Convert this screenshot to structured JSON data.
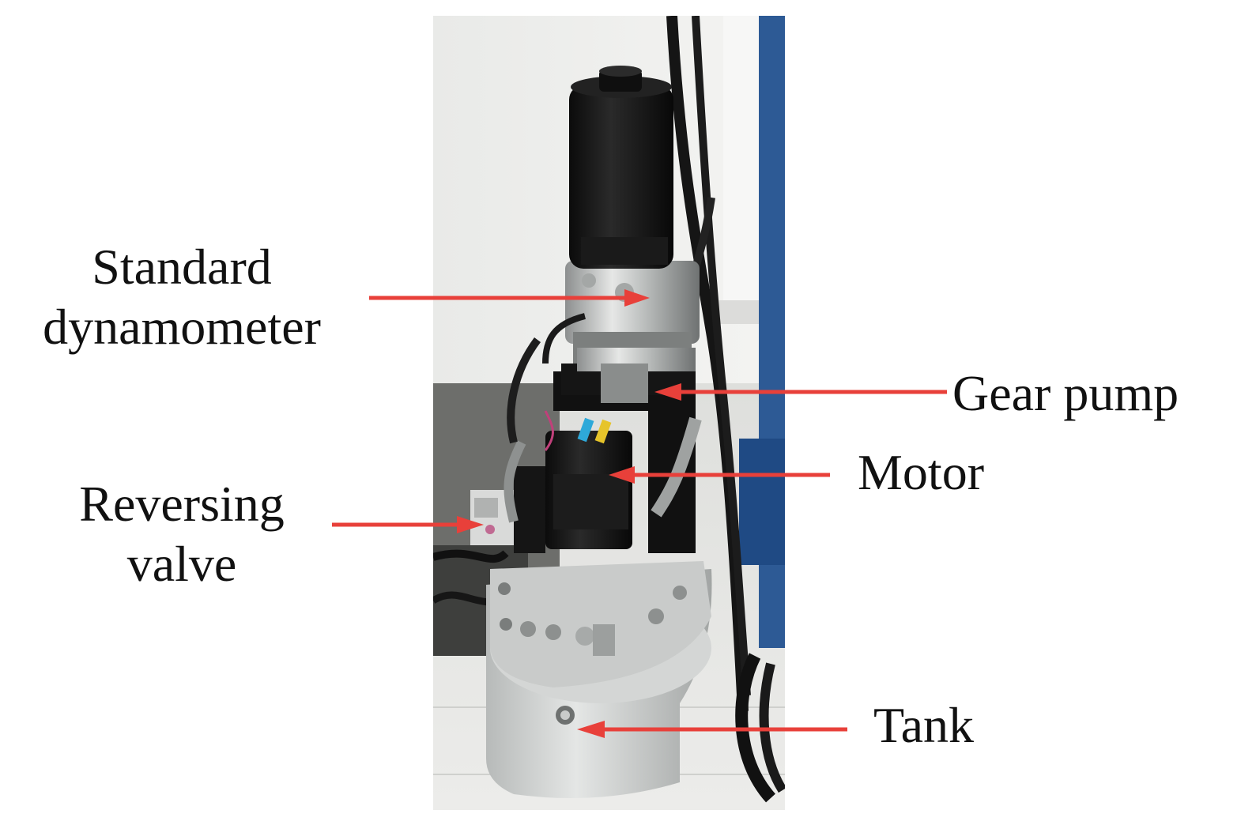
{
  "figure": {
    "labels": {
      "standard_dynamometer": [
        "Standard",
        "dynamometer"
      ],
      "gear_pump": "Gear pump",
      "motor": "Motor",
      "reversing_valve": [
        "Reversing",
        "valve"
      ],
      "tank": "Tank"
    },
    "colors": {
      "arrow": "#e8403a",
      "text": "#111111",
      "background": "#ffffff"
    }
  }
}
